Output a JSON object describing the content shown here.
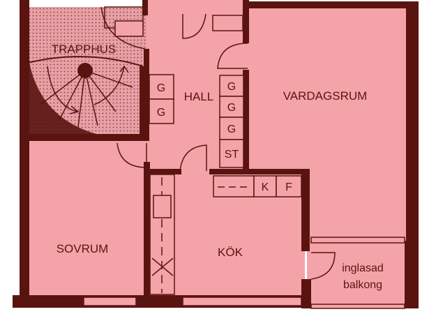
{
  "colors": {
    "fill": "#f4a3a8",
    "wall": "#5a1410",
    "line": "#5a1410",
    "stair": "#e49aa0",
    "background": "#ffffff"
  },
  "rooms": {
    "trapphus": "TRAPPHUS",
    "hall": "HALL",
    "vardagsrum": "VARDAGSRUM",
    "sovrum": "SOVRUM",
    "kok": "KÖK",
    "balkong_line1": "inglasad",
    "balkong_line2": "balkong"
  },
  "cabinets": {
    "g1": "G",
    "g2": "G",
    "g3": "G",
    "g4": "G",
    "g5": "G",
    "st": "ST",
    "k": "K",
    "f": "F"
  }
}
